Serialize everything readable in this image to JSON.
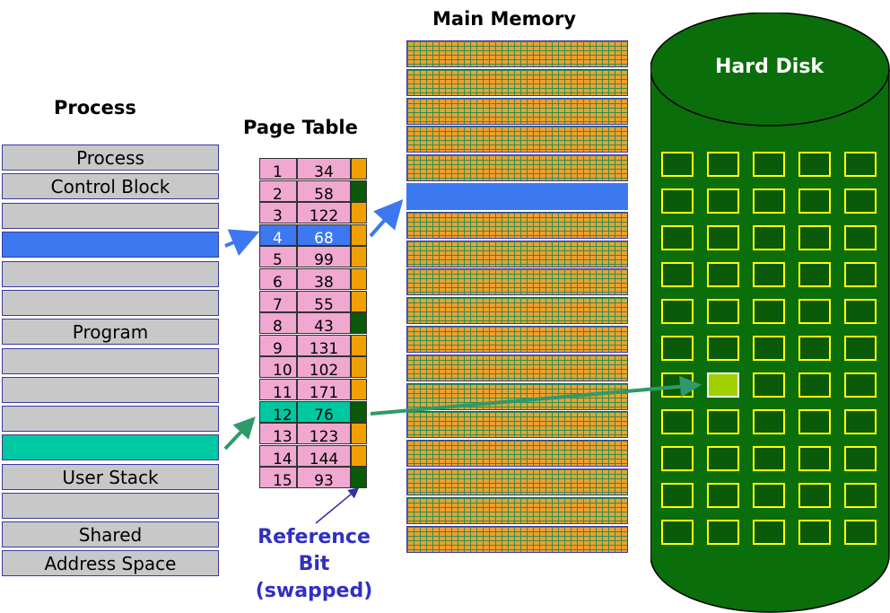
{
  "titles": {
    "process": "Process",
    "page_table": "Page Table",
    "main_memory": "Main Memory",
    "hard_disk": "Hard Disk"
  },
  "process_rows": [
    {
      "label": "Process",
      "fill": "gray"
    },
    {
      "label": "Control Block",
      "fill": "gray"
    },
    {
      "label": "",
      "fill": "gray"
    },
    {
      "label": "",
      "fill": "blue"
    },
    {
      "label": "",
      "fill": "gray"
    },
    {
      "label": "",
      "fill": "gray"
    },
    {
      "label": "Program",
      "fill": "gray"
    },
    {
      "label": "",
      "fill": "gray"
    },
    {
      "label": "",
      "fill": "gray"
    },
    {
      "label": "",
      "fill": "gray"
    },
    {
      "label": "",
      "fill": "teal"
    },
    {
      "label": "User Stack",
      "fill": "gray"
    },
    {
      "label": "",
      "fill": "gray"
    },
    {
      "label": "Shared",
      "fill": "gray"
    },
    {
      "label": "Address Space",
      "fill": "gray"
    }
  ],
  "page_table": [
    {
      "page": "1",
      "frame": "34",
      "bit": "orange"
    },
    {
      "page": "2",
      "frame": "58",
      "bit": "green"
    },
    {
      "page": "3",
      "frame": "122",
      "bit": "orange"
    },
    {
      "page": "4",
      "frame": "68",
      "bit": "orange",
      "highlight": "blue"
    },
    {
      "page": "5",
      "frame": "99",
      "bit": "orange"
    },
    {
      "page": "6",
      "frame": "38",
      "bit": "orange"
    },
    {
      "page": "7",
      "frame": "55",
      "bit": "orange"
    },
    {
      "page": "8",
      "frame": "43",
      "bit": "green"
    },
    {
      "page": "9",
      "frame": "131",
      "bit": "orange"
    },
    {
      "page": "10",
      "frame": "102",
      "bit": "orange"
    },
    {
      "page": "11",
      "frame": "171",
      "bit": "orange"
    },
    {
      "page": "12",
      "frame": "76",
      "bit": "green",
      "highlight": "teal"
    },
    {
      "page": "13",
      "frame": "123",
      "bit": "orange"
    },
    {
      "page": "14",
      "frame": "144",
      "bit": "orange"
    },
    {
      "page": "15",
      "frame": "93",
      "bit": "green"
    }
  ],
  "memory_highlight_index": 5,
  "memory_frame_count": 18,
  "disk": {
    "rows": 11,
    "cols": 5,
    "active_row": 6,
    "active_col": 1
  },
  "annotation": {
    "line1": "Reference",
    "line2": "Bit",
    "line3": "(swapped)"
  },
  "colors": {
    "bit_orange": "#f0a000",
    "bit_green": "#0a5a0a",
    "highlight_blue": "#3c78f0",
    "highlight_teal": "#00c8a0",
    "disk_green": "#0a6e0a",
    "annotation_text": "#3030c0"
  }
}
